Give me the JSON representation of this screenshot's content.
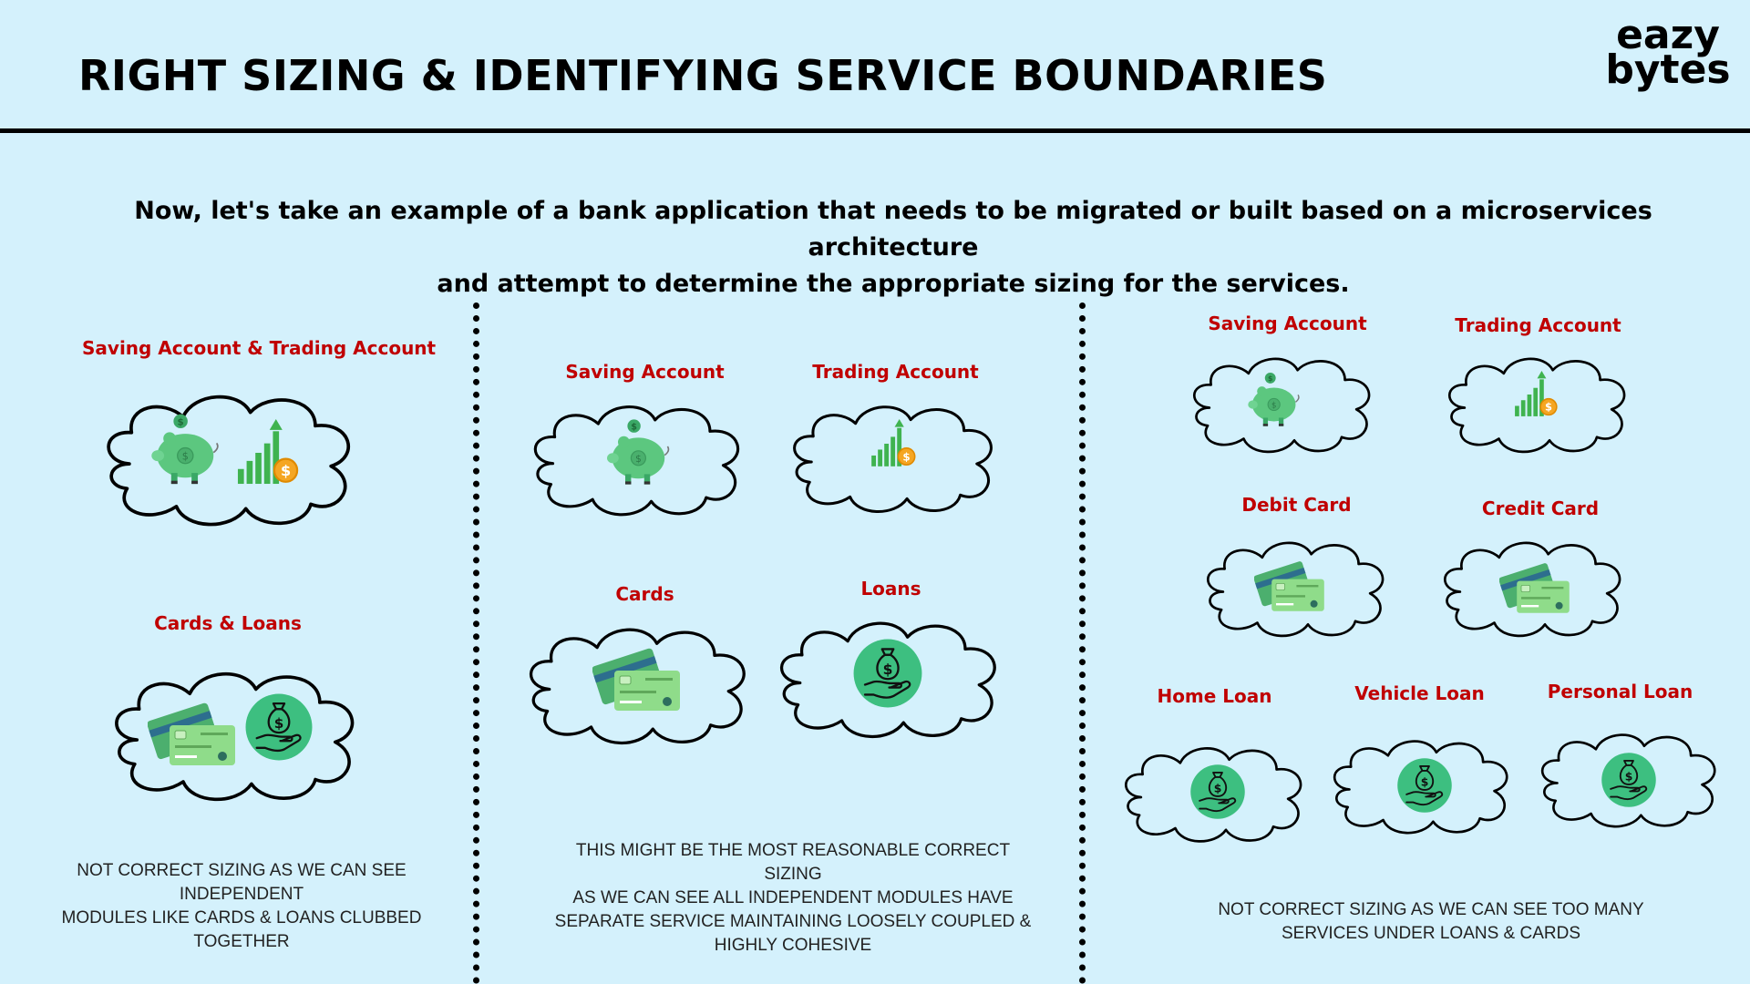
{
  "header": {
    "title": "RIGHT SIZING & IDENTIFYING SERVICE BOUNDARIES",
    "logo_line1": "eazy",
    "logo_line2": "bytes"
  },
  "intro": {
    "line1": "Now, let's take an example of a bank application that needs to be migrated or built based on a microservices architecture",
    "line2": "and attempt to determine the appropriate sizing for the services."
  },
  "colors": {
    "background": "#d4f1fc",
    "label_red": "#c00000",
    "icon_green": "#4cbf72",
    "coin_orange": "#f5a623"
  },
  "column1": {
    "service1": {
      "label": "Saving Account & Trading Account",
      "icons": [
        "piggy-bank-icon",
        "growth-chart-icon"
      ]
    },
    "service2": {
      "label": "Cards & Loans",
      "icons": [
        "credit-card-icon",
        "loan-hand-icon"
      ]
    },
    "note": {
      "line1": "NOT CORRECT SIZING AS WE CAN SEE INDEPENDENT",
      "line2": "MODULES LIKE CARDS & LOANS CLUBBED TOGETHER"
    }
  },
  "column2": {
    "saving": {
      "label": "Saving Account",
      "icon": "piggy-bank-icon"
    },
    "trading": {
      "label": "Trading Account",
      "icon": "growth-chart-icon"
    },
    "cards": {
      "label": "Cards",
      "icon": "credit-card-icon"
    },
    "loans": {
      "label": "Loans",
      "icon": "loan-hand-icon"
    },
    "note": {
      "line1": "THIS MIGHT BE THE MOST REASONABLE CORRECT SIZING",
      "line2": "AS WE CAN SEE ALL INDEPENDENT MODULES HAVE",
      "line3": "SEPARATE SERVICE MAINTAINING LOOSELY COUPLED &",
      "line4": "HIGHLY COHESIVE"
    }
  },
  "column3": {
    "saving": {
      "label": "Saving Account",
      "icon": "piggy-bank-icon"
    },
    "trading": {
      "label": "Trading Account",
      "icon": "growth-chart-icon"
    },
    "debit": {
      "label": "Debit Card",
      "icon": "credit-card-icon"
    },
    "credit": {
      "label": "Credit Card",
      "icon": "credit-card-icon"
    },
    "home": {
      "label": "Home Loan",
      "icon": "loan-hand-icon"
    },
    "vehicle": {
      "label": "Vehicle Loan",
      "icon": "loan-hand-icon"
    },
    "personal": {
      "label": "Personal Loan",
      "icon": "loan-hand-icon"
    },
    "note": {
      "line1": "NOT CORRECT SIZING AS WE CAN SEE TOO MANY",
      "line2": "SERVICES UNDER LOANS & CARDS"
    }
  }
}
